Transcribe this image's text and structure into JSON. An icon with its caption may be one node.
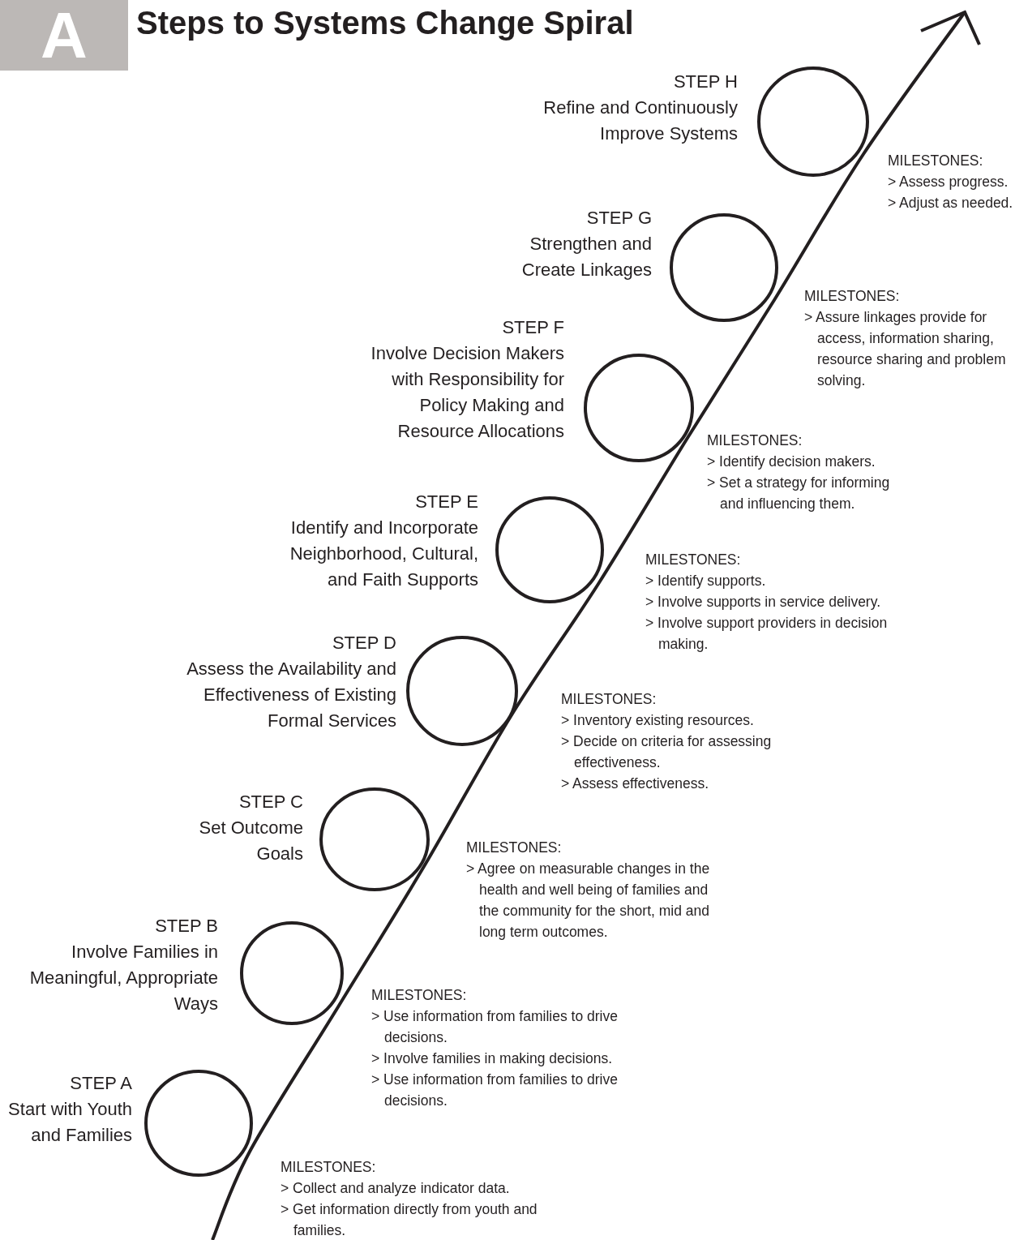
{
  "diagram": {
    "title": "Steps to Systems Change Spiral",
    "labels": [
      "A",
      "STEP H",
      "Refine and Continuously Improve Systems",
      "MILESTONES:",
      "> Assess progress.",
      "> Adjust as needed.",
      "STEP G",
      "Strengthen and Create Linkages",
      "MILESTONES:",
      "> Assure linkages provide for access, information sharing, resource sharing and problem solving.",
      "STEP F",
      "Involve Decision Makers with Responsibility for Policy Making and Resource Allocations",
      "MILESTONES:",
      "> Identify decision makers.",
      "> Set a strategy for informing and influencing them.",
      "STEP E",
      "Identify and Incorporate Neighborhood, Cultural, and Faith Supports",
      "MILESTONES:",
      "> Identify supports.",
      "> Involve supports in service delivery.",
      "> Involve support providers in decision making.",
      "STEP D",
      "Assess the Availability and Effectiveness of Existing Formal Services",
      "MILESTONES:",
      "> Inventory existing resources.",
      "> Decide on criteria for assessing effectiveness.",
      "> Assess effectiveness.",
      "STEP C",
      "Set Outcome Goals",
      "MILESTONES:",
      "> Agree on measurable changes in the health and well being of families and the community for the short, mid and  long term outcomes.",
      "STEP B",
      "Involve Families in Meaningful, Appropriate Ways",
      "MILESTONES:",
      "> Use information from families to drive decisions.",
      "> Involve families in making decisions.",
      "> Use information from families to drive decisions.",
      "STEP A",
      "Start with Youth and Families",
      "MILESTONES:",
      "> Collect and analyze indicator data.",
      "> Get information directly from youth and families."
    ]
  }
}
